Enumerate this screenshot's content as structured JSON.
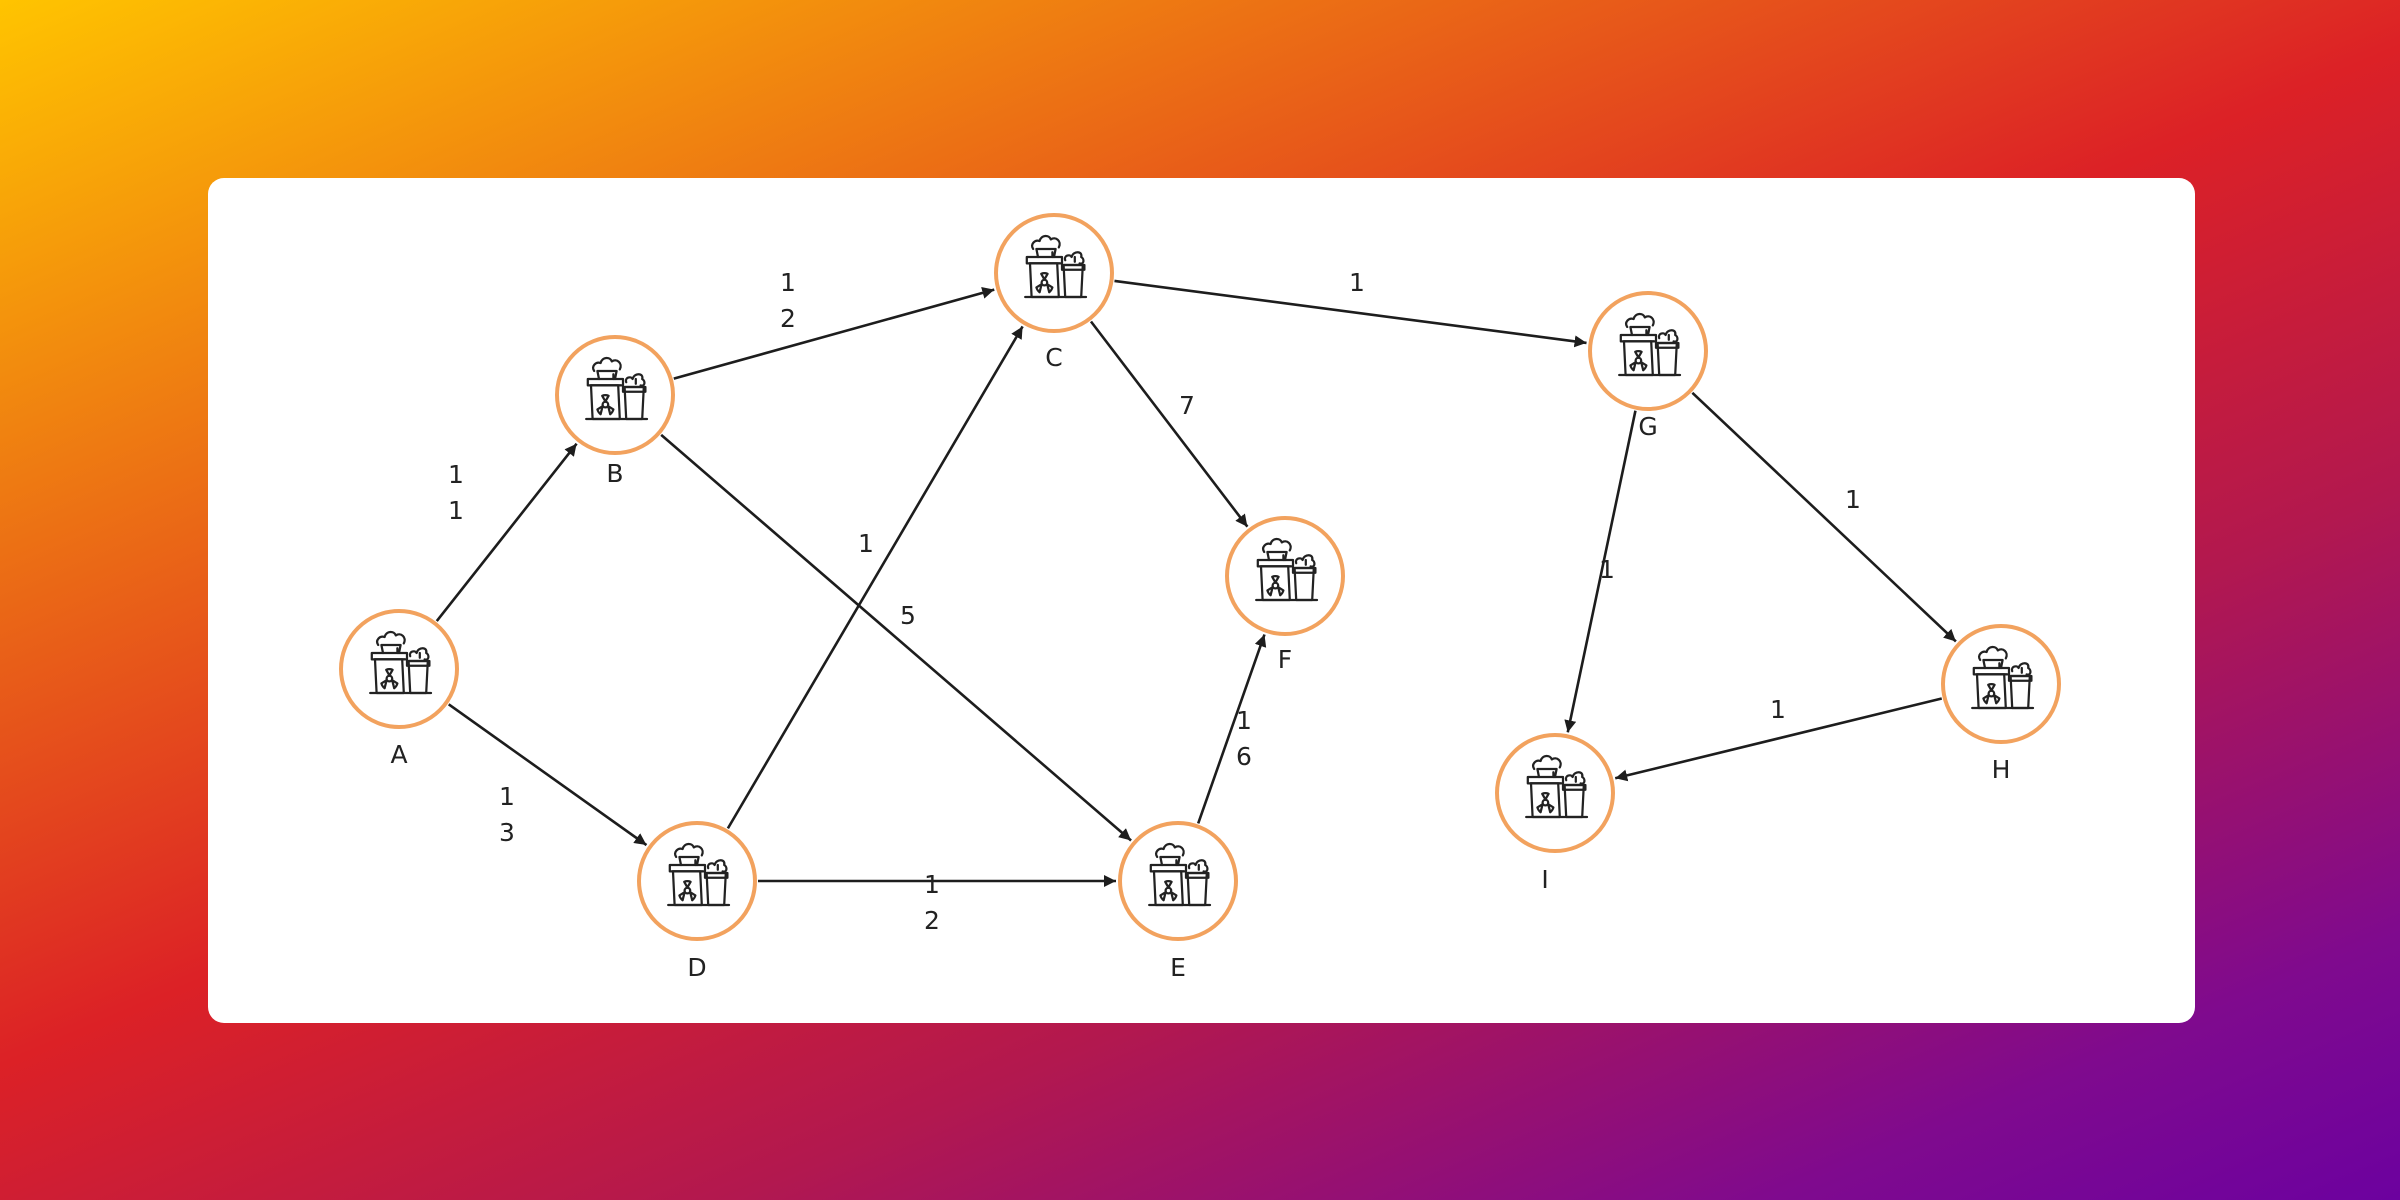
{
  "colors": {
    "node_ring": "#f2a25e",
    "edge": "#1d1d1d",
    "text": "#222222",
    "card": "#ffffff"
  },
  "node_icon": "nuclear-plant-icon",
  "nodes": [
    {
      "id": "A",
      "label": "A"
    },
    {
      "id": "B",
      "label": "B"
    },
    {
      "id": "C",
      "label": "C"
    },
    {
      "id": "D",
      "label": "D"
    },
    {
      "id": "E",
      "label": "E"
    },
    {
      "id": "F",
      "label": "F"
    },
    {
      "id": "G",
      "label": "G"
    },
    {
      "id": "H",
      "label": "H"
    },
    {
      "id": "I",
      "label": "I"
    }
  ],
  "edges": [
    {
      "from": "A",
      "to": "B",
      "label": [
        "1",
        "1"
      ]
    },
    {
      "from": "A",
      "to": "D",
      "label": [
        "1",
        "3"
      ]
    },
    {
      "from": "B",
      "to": "C",
      "label": [
        "1",
        "2"
      ]
    },
    {
      "from": "B",
      "to": "E",
      "label": [
        "5"
      ]
    },
    {
      "from": "D",
      "to": "C",
      "label": [
        "1"
      ]
    },
    {
      "from": "D",
      "to": "E",
      "label": [
        "1",
        "2"
      ]
    },
    {
      "from": "C",
      "to": "F",
      "label": [
        "7"
      ]
    },
    {
      "from": "E",
      "to": "F",
      "label": [
        "1",
        "6"
      ]
    },
    {
      "from": "C",
      "to": "G",
      "label": [
        "1"
      ]
    },
    {
      "from": "G",
      "to": "H",
      "label": [
        "1"
      ]
    },
    {
      "from": "G",
      "to": "I",
      "label": [
        "1"
      ]
    },
    {
      "from": "H",
      "to": "I",
      "label": [
        "1"
      ]
    }
  ]
}
